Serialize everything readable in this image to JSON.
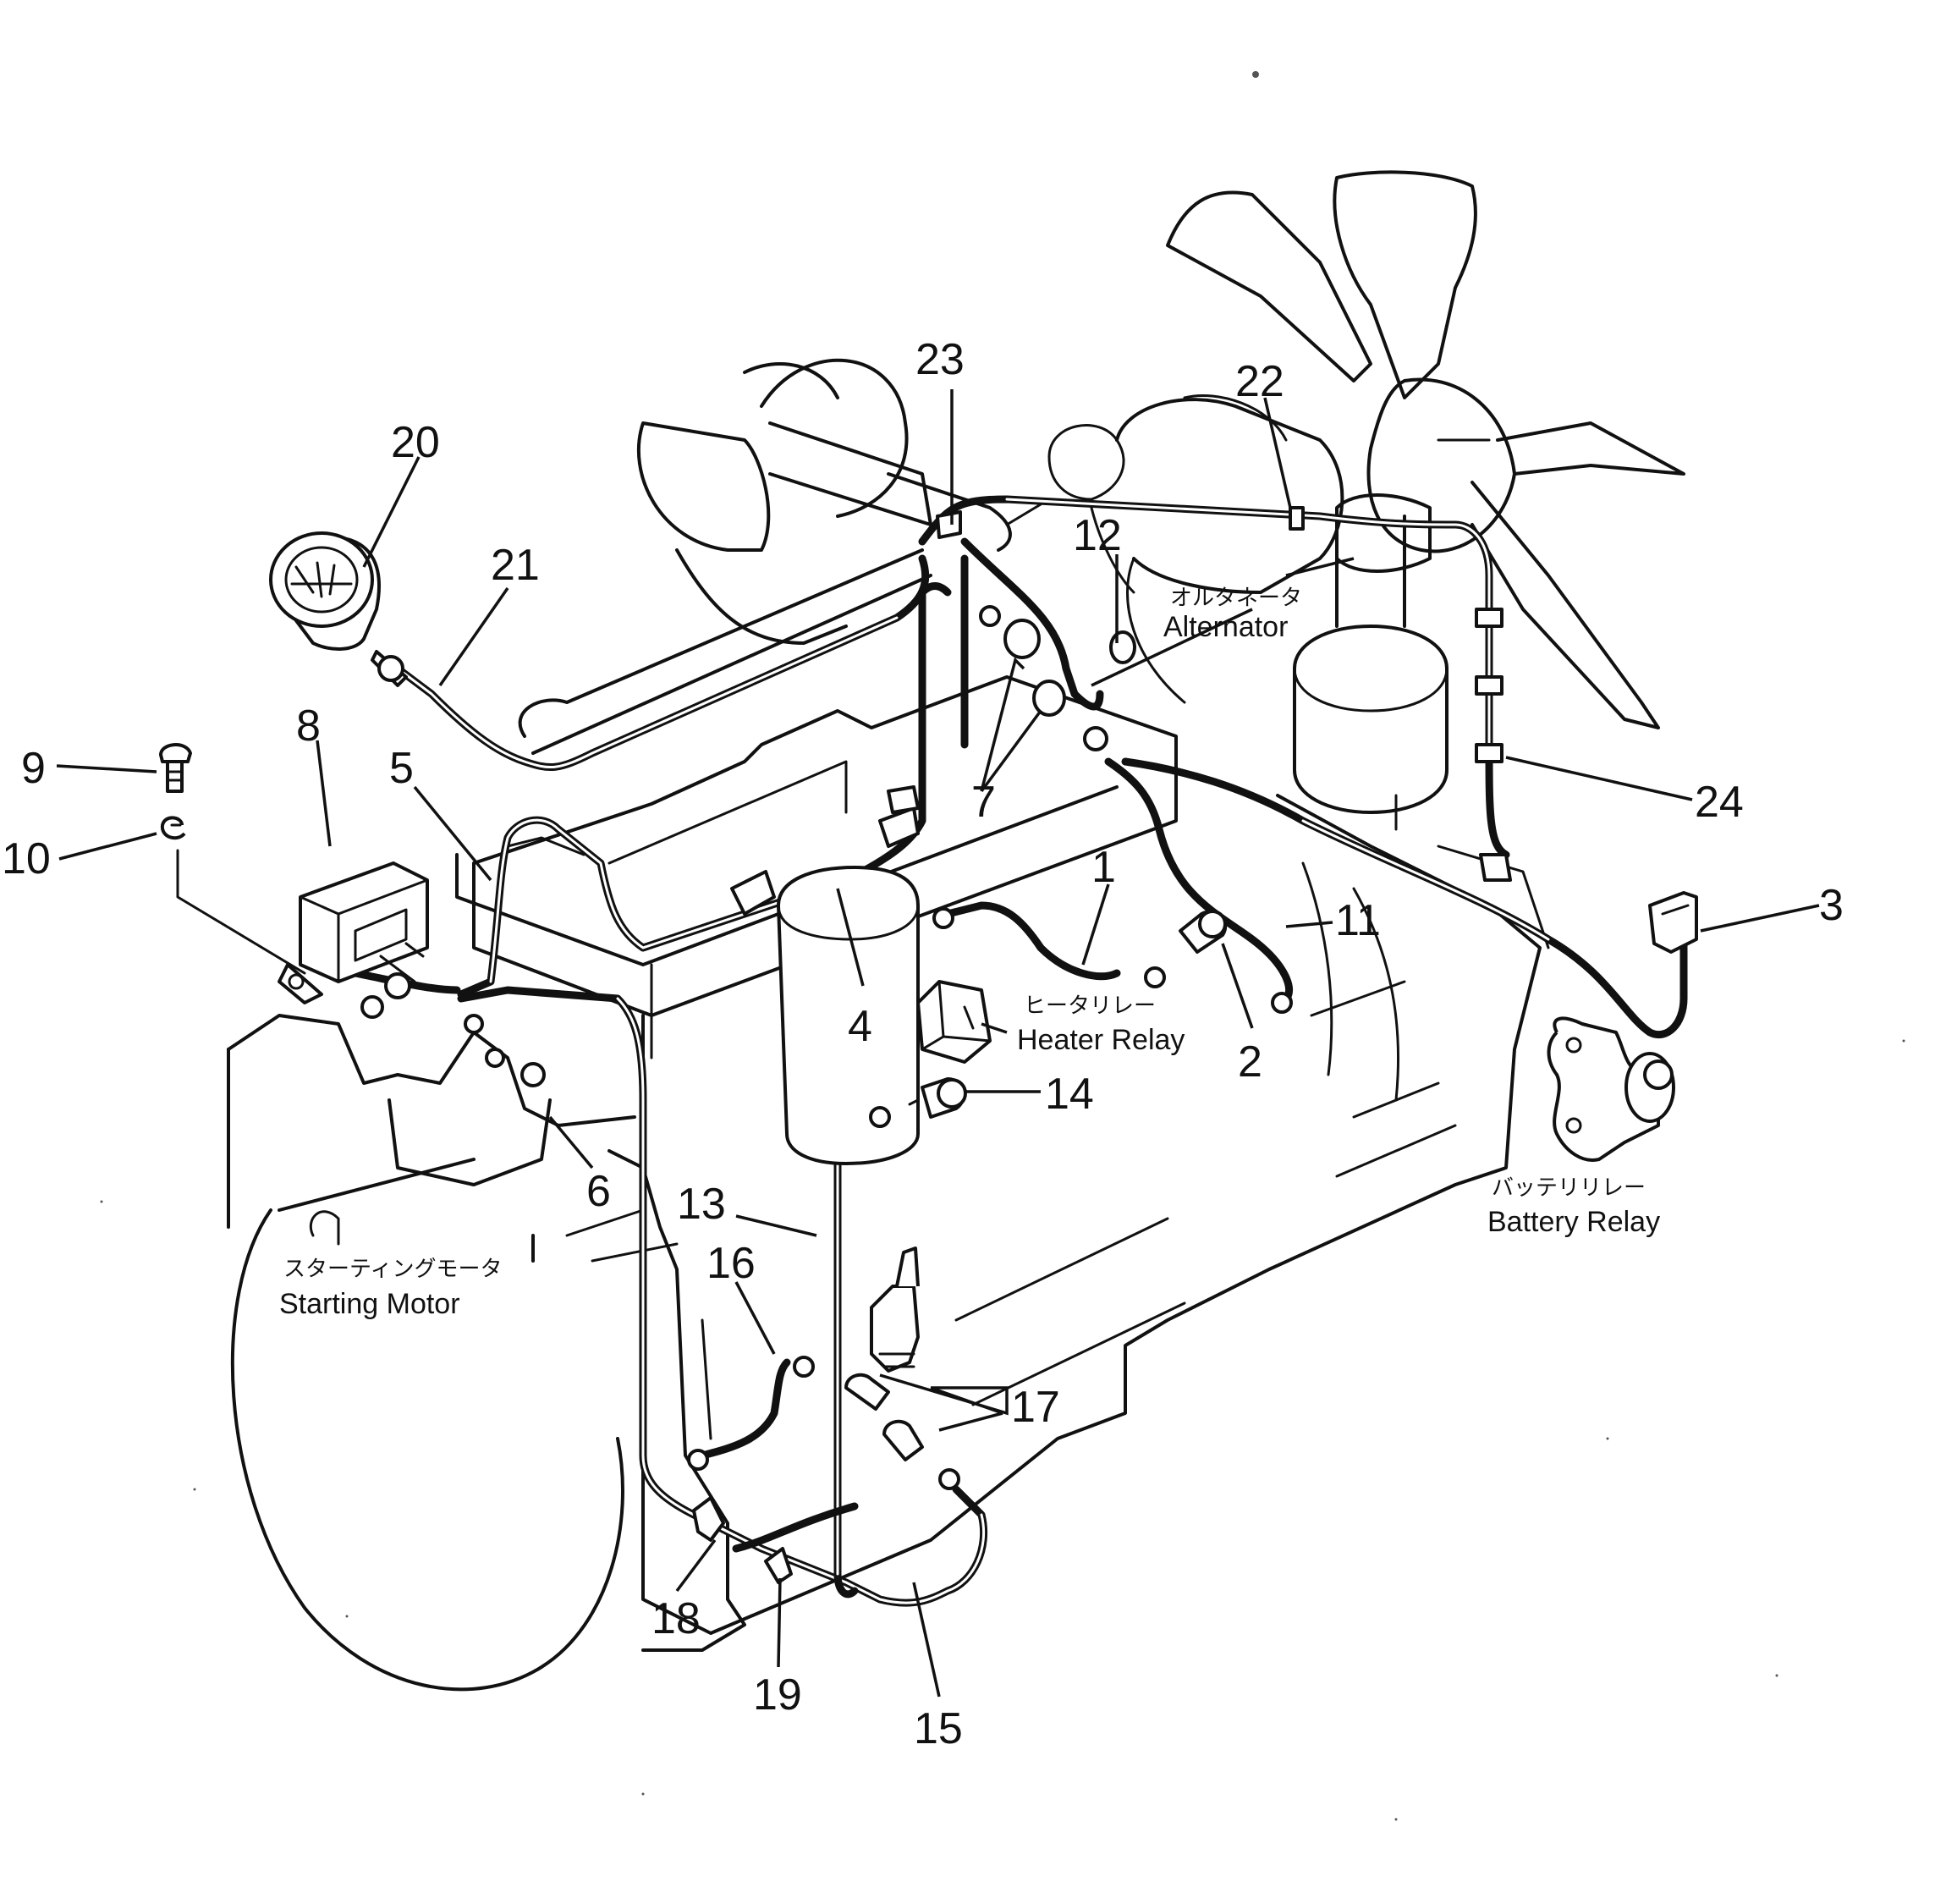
{
  "callouts": [
    "1",
    "2",
    "3",
    "4",
    "5",
    "6",
    "7",
    "8",
    "9",
    "10",
    "11",
    "12",
    "13",
    "14",
    "15",
    "16",
    "17",
    "18",
    "19",
    "20",
    "21",
    "22",
    "23",
    "24"
  ],
  "labels": {
    "alternator": {
      "jp": "オルタネータ",
      "en": "Alternator"
    },
    "heater_relay": {
      "jp": "ヒータリレー",
      "en": "Heater  Relay"
    },
    "battery_relay": {
      "jp": "バッテリリレー",
      "en": "Battery  Relay"
    },
    "starting_motor": {
      "jp": "スターティングモータ",
      "en": "Starting  Motor"
    }
  }
}
